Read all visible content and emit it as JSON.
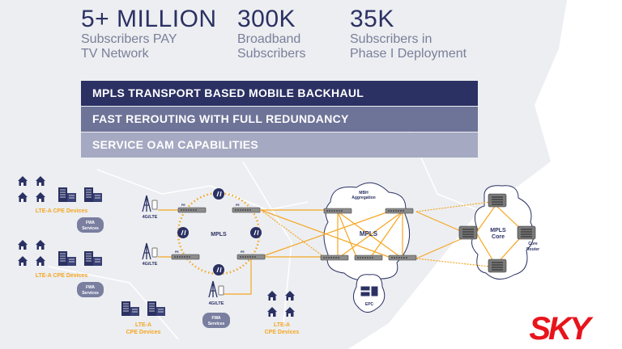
{
  "colors": {
    "navy": "#2b3163",
    "banner1": "#2b3163",
    "banner2": "#6e7398",
    "banner3": "#a6a9c2",
    "orange": "#f5a623",
    "sky_red": "#e8141b"
  },
  "stats": [
    {
      "value": "5+ MILLION",
      "line1": "Subscribers PAY",
      "line2": "TV Network"
    },
    {
      "value": "300K",
      "line1": "Broadband",
      "line2": "Subscribers"
    },
    {
      "value": "35K",
      "line1": "Subscribers in",
      "line2": "Phase I Deployment"
    }
  ],
  "banners": [
    "MPLS TRANSPORT BASED MOBILE BACKHAUL",
    "FAST REROUTING WITH FULL REDUNDANCY",
    "SERVICE OAM CAPABILITIES"
  ],
  "diagram": {
    "cpe_label": "LTE-A CPE Devices",
    "cpe_line1": "LTE-A",
    "cpe_line2": "CPE Devices",
    "fwa_line1": "FWA",
    "fwa_line2": "Services",
    "tower_label": "4G/LTE",
    "pe_label": "PE",
    "ring_label": "MPLS",
    "agg_title1": "MBH",
    "agg_title2": "Aggregation",
    "agg_label": "MPLS",
    "epc_label": "EPC",
    "core_line1": "MPLS",
    "core_line2": "Core",
    "router_line1": "Core",
    "router_line2": "Router"
  },
  "logo": {
    "text": "SKY"
  }
}
